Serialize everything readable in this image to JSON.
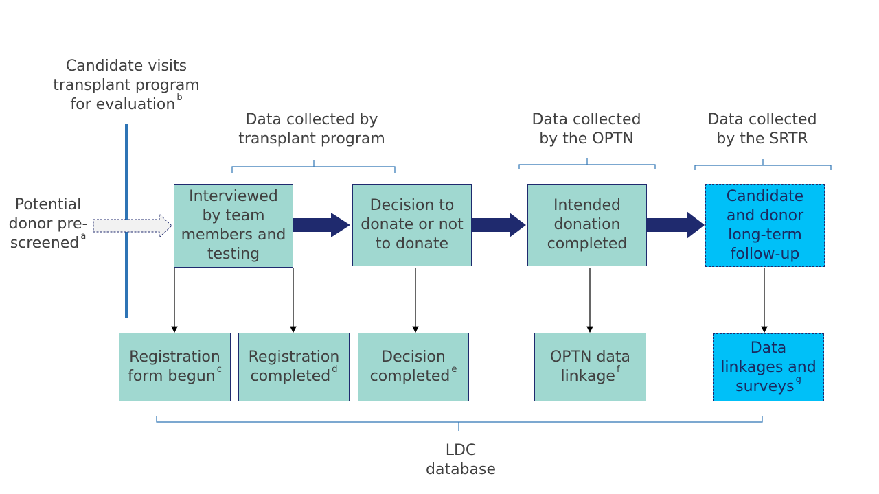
{
  "header_labels": {
    "candidate_visits": [
      "Candidate visits",
      "transplant program",
      "for evaluation"
    ],
    "candidate_visits_note": "b",
    "transplant_program": [
      "Data collected by",
      "transplant program"
    ],
    "optn": [
      "Data collected",
      "by the OPTN"
    ],
    "srtr": [
      "Data collected",
      "by the SRTR"
    ]
  },
  "prescreen": {
    "lines": [
      "Potential",
      "donor pre-",
      "screened"
    ],
    "note": "a"
  },
  "stages": {
    "interviewed": [
      "Interviewed",
      "by team",
      "members  and",
      "testing"
    ],
    "decision": [
      "Decision to",
      "donate or not",
      "to donate"
    ],
    "intended": [
      "Intended",
      "donation",
      "completed"
    ],
    "followup": [
      "Candidate",
      "and donor",
      "long-term",
      "follow-up"
    ]
  },
  "outputs": {
    "reg_begun": {
      "lines": [
        "Registration",
        "form begun"
      ],
      "note": "c"
    },
    "reg_completed": {
      "lines": [
        "Registration",
        "completed"
      ],
      "note": "d"
    },
    "decision_completed": {
      "lines": [
        "Decision",
        "completed"
      ],
      "note": "e"
    },
    "optn_linkage": {
      "lines": [
        "OPTN data",
        "linkage"
      ],
      "note": "f"
    },
    "data_linkages": {
      "lines": [
        "Data",
        "linkages and",
        "surveys"
      ],
      "note": "g"
    }
  },
  "database_label": [
    "LDC",
    "database"
  ],
  "colors": {
    "teal_fill": "#a0d8d0",
    "cyan_fill": "#00c0f8",
    "navy": "#1f2a6e",
    "brace": "#2e74b5",
    "text": "#404040"
  }
}
